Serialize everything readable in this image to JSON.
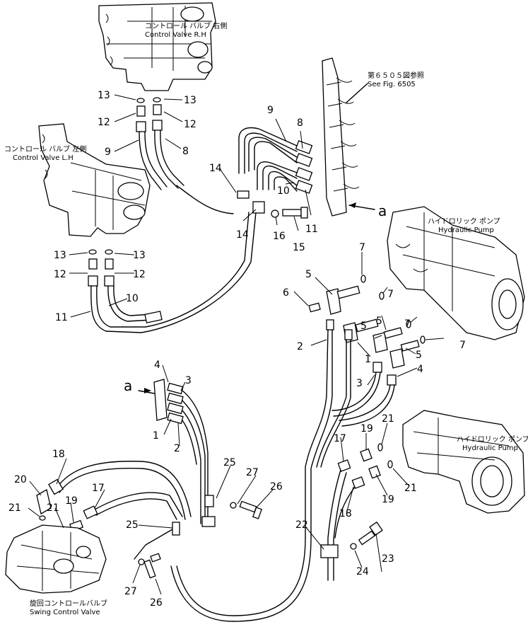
{
  "labels": {
    "cv_rh_jp": "コントロール バルブ 右側",
    "cv_rh_en": "Control Valve R.H",
    "cv_lh_jp": "コントロール バルブ 左側",
    "cv_lh_en": "Control Valve L.H",
    "see_fig_jp": "第６５０５図参照",
    "see_fig_en": "See Fig. 6505",
    "pump1_jp": "ハイドロリック ポンプ",
    "pump1_en": "Hydraulic Pump",
    "pump2_jp": "ハイドロリック ポンプ",
    "pump2_en": "Hydraulic Pump",
    "swing_jp": "旋回コントロールバルブ",
    "swing_en": "Swing Control Valve",
    "ref_a_top": "a",
    "ref_a_left": "a"
  },
  "callouts": {
    "c13a": "13",
    "c13b": "13",
    "c12a": "12",
    "c12b": "12",
    "c9a": "9",
    "c8a": "8",
    "c9b": "9",
    "c8b": "8",
    "c14a": "14",
    "c14b": "14",
    "c10a": "10",
    "c11a": "11",
    "c16": "16",
    "c15": "15",
    "c13c": "13",
    "c13d": "13",
    "c12c": "12",
    "c12d": "12",
    "c10b": "10",
    "c11b": "11",
    "c7a": "7",
    "c7b": "7",
    "c7c": "7",
    "c7d": "7",
    "c5a": "5",
    "c5b": "5",
    "c5c": "5",
    "c5d": "5",
    "c6": "6",
    "c2a": "2",
    "c1a": "1",
    "c3a": "3",
    "c4a": "4",
    "c4b": "4",
    "c3b": "3",
    "c1b": "1",
    "c2b": "2",
    "c18a": "18",
    "c20": "20",
    "c17a": "17",
    "c21a": "21",
    "c19a": "19",
    "c25a": "25",
    "c25b": "25",
    "c27a": "27",
    "c26a": "26",
    "c27b": "27",
    "c26b": "26",
    "c17b": "17",
    "c19b": "19",
    "c21b": "21",
    "c21c": "21",
    "c19c": "19",
    "c18b": "18",
    "c22": "22",
    "c24": "24",
    "c23": "23"
  }
}
